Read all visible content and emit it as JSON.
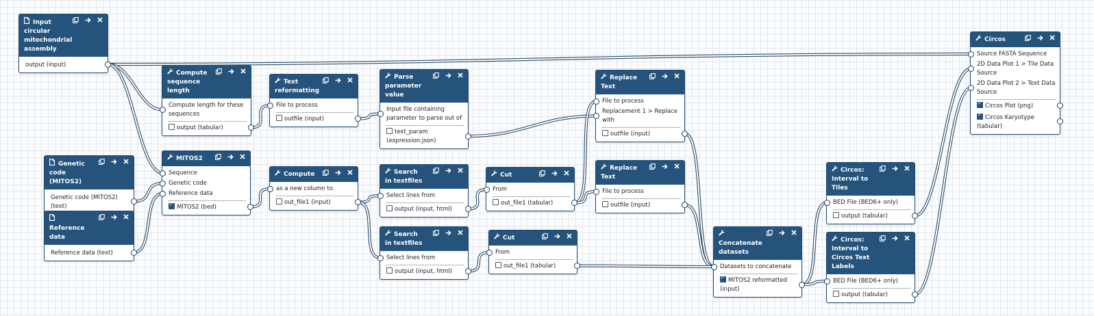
{
  "icons": {
    "copy": "copy-icon",
    "forward": "arrow-right-icon",
    "close": "close-icon",
    "input": "file-icon",
    "tool": "wrench-icon"
  },
  "colors": {
    "header": "#25537b",
    "wire": "#2a4a68",
    "grid": "#e3e8ee"
  },
  "nodes": [
    {
      "id": "input-assembly",
      "kind": "input",
      "title": "Input circular mitochondrial assembly",
      "inputs": [],
      "outputs": [
        {
          "label": "output (input)",
          "checkbox": false
        }
      ]
    },
    {
      "id": "compute-length",
      "kind": "tool",
      "title": "Compute sequence length",
      "inputs": [
        "Compute length for these sequences"
      ],
      "outputs": [
        {
          "label": "output (tabular)",
          "checkbox": true,
          "checked": false
        }
      ]
    },
    {
      "id": "text-reformat",
      "kind": "tool",
      "title": "Text reformatting",
      "inputs": [
        "File to process"
      ],
      "outputs": [
        {
          "label": "outfile (input)",
          "checkbox": true,
          "checked": false
        }
      ]
    },
    {
      "id": "parse-param",
      "kind": "tool",
      "title": "Parse parameter value",
      "inputs": [
        "Input file containing parameter to parse out of"
      ],
      "outputs": [
        {
          "label": "text_param (expression.json)",
          "checkbox": true,
          "checked": false
        }
      ]
    },
    {
      "id": "replace-text-1",
      "kind": "tool",
      "title": "Replace Text",
      "inputs": [
        "File to process",
        "Replacement 1 > Replace with"
      ],
      "outputs": [
        {
          "label": "outfile (input)",
          "checkbox": true,
          "checked": false
        }
      ]
    },
    {
      "id": "circos",
      "kind": "tool",
      "title": "Circos",
      "inputs": [
        "Source FASTA Sequence",
        "2D Data Plot 1 > Tile Data Source",
        "2D Data Plot 2 > Text Data Source"
      ],
      "outputs": [
        {
          "label": "Circos Plot (png)",
          "checkbox": true,
          "checked": true
        },
        {
          "label": "Circos Karyotype (tabular)",
          "checkbox": true,
          "checked": true
        }
      ]
    },
    {
      "id": "genetic-code",
      "kind": "input",
      "title": "Genetic code (MITOS2)",
      "inputs": [],
      "outputs": [
        {
          "label": "Genetic code (MITOS2) (text)",
          "checkbox": false
        }
      ]
    },
    {
      "id": "reference-data",
      "kind": "input",
      "title": "Reference data",
      "inputs": [],
      "outputs": [
        {
          "label": "Reference data (text)",
          "checkbox": false
        }
      ]
    },
    {
      "id": "mitos2",
      "kind": "tool",
      "title": "MITOS2",
      "inputs": [
        "Sequence",
        "Genetic code",
        "Reference data"
      ],
      "outputs": [
        {
          "label": "MITOS2 (bed)",
          "checkbox": true,
          "checked": true
        }
      ]
    },
    {
      "id": "compute",
      "kind": "tool",
      "title": "Compute",
      "inputs": [
        "as a new column to"
      ],
      "outputs": [
        {
          "label": "out_file1 (input)",
          "checkbox": true,
          "checked": false
        }
      ]
    },
    {
      "id": "search-1",
      "kind": "tool",
      "title": "Search in textfiles",
      "inputs": [
        "Select lines from"
      ],
      "outputs": [
        {
          "label": "output (input, html)",
          "checkbox": true,
          "checked": false
        }
      ]
    },
    {
      "id": "cut-1",
      "kind": "tool",
      "title": "Cut",
      "inputs": [
        "From"
      ],
      "outputs": [
        {
          "label": "out_file1 (tabular)",
          "checkbox": true,
          "checked": false
        }
      ]
    },
    {
      "id": "replace-text-2",
      "kind": "tool",
      "title": "Replace Text",
      "inputs": [
        "File to process"
      ],
      "outputs": [
        {
          "label": "outfile (input)",
          "checkbox": true,
          "checked": false
        }
      ]
    },
    {
      "id": "search-2",
      "kind": "tool",
      "title": "Search in textfiles",
      "inputs": [
        "Select lines from"
      ],
      "outputs": [
        {
          "label": "output (input, html)",
          "checkbox": true,
          "checked": false
        }
      ]
    },
    {
      "id": "cut-2",
      "kind": "tool",
      "title": "Cut",
      "inputs": [
        "From"
      ],
      "outputs": [
        {
          "label": "out_file1 (tabular)",
          "checkbox": true,
          "checked": false
        }
      ]
    },
    {
      "id": "concat",
      "kind": "tool",
      "title": "Concatenate datasets",
      "inputs": [
        "Datasets to concatenate"
      ],
      "outputs": [
        {
          "label": "MITOS2 reformatted (input)",
          "checkbox": true,
          "checked": true
        }
      ]
    },
    {
      "id": "circos-tiles",
      "kind": "tool",
      "title": "Circos: Interval to Tiles",
      "inputs": [
        "BED File (BED6+ only)"
      ],
      "outputs": [
        {
          "label": "output (tabular)",
          "checkbox": true,
          "checked": false
        }
      ]
    },
    {
      "id": "circos-labels",
      "kind": "tool",
      "title": "Circos: Interval to Circos Text Labels",
      "inputs": [
        "BED File (BED6+ only)"
      ],
      "outputs": [
        {
          "label": "output (tabular)",
          "checkbox": true,
          "checked": false
        }
      ]
    }
  ],
  "connections": [
    {
      "from": "input-assembly.out.0",
      "to": "circos.in.0"
    },
    {
      "from": "input-assembly.out.0",
      "to": "compute-length.in.0"
    },
    {
      "from": "input-assembly.out.0",
      "to": "mitos2.in.0"
    },
    {
      "from": "genetic-code.out.0",
      "to": "mitos2.in.1"
    },
    {
      "from": "reference-data.out.0",
      "to": "mitos2.in.2"
    },
    {
      "from": "compute-length.out.0",
      "to": "text-reformat.in.0"
    },
    {
      "from": "text-reformat.out.0",
      "to": "parse-param.in.0"
    },
    {
      "from": "parse-param.out.0",
      "to": "replace-text-1.in.1"
    },
    {
      "from": "mitos2.out.0",
      "to": "compute.in.0"
    },
    {
      "from": "compute.out.0",
      "to": "search-1.in.0"
    },
    {
      "from": "compute.out.0",
      "to": "search-2.in.0"
    },
    {
      "from": "search-1.out.0",
      "to": "cut-1.in.0"
    },
    {
      "from": "search-2.out.0",
      "to": "cut-2.in.0"
    },
    {
      "from": "cut-1.out.0",
      "to": "replace-text-1.in.0"
    },
    {
      "from": "cut-1.out.0",
      "to": "replace-text-2.in.0"
    },
    {
      "from": "replace-text-1.out.0",
      "to": "concat.in.0"
    },
    {
      "from": "replace-text-2.out.0",
      "to": "concat.in.0"
    },
    {
      "from": "cut-2.out.0",
      "to": "concat.in.0"
    },
    {
      "from": "concat.out.0",
      "to": "circos-tiles.in.0"
    },
    {
      "from": "concat.out.0",
      "to": "circos-labels.in.0"
    },
    {
      "from": "circos-tiles.out.0",
      "to": "circos.in.1"
    },
    {
      "from": "circos-labels.out.0",
      "to": "circos.in.2"
    }
  ]
}
